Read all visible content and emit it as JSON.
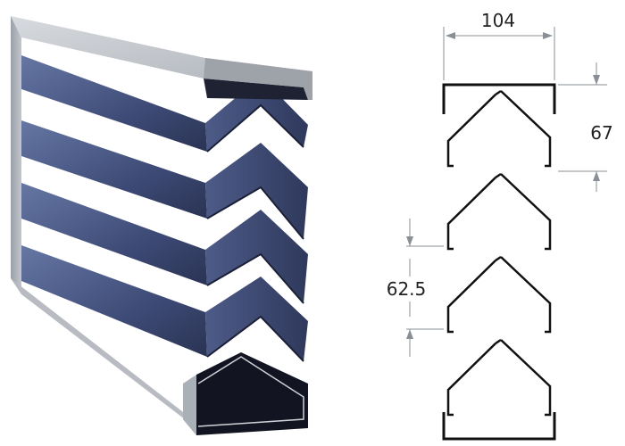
{
  "render": {
    "colors": {
      "frame_light": "#c9cdd2",
      "frame_mid": "#a9aeb5",
      "frame_dark": "#7d838b",
      "blade_light": "#5f6f9a",
      "blade_mid": "#3d4a75",
      "blade_dark": "#232b45",
      "outline": "#1a1a1a",
      "dimension_line": "#8a8f96"
    },
    "profile_count": 4
  },
  "dimensions": {
    "width_label": "104",
    "height_label": "67",
    "pitch_label": "62.5"
  }
}
